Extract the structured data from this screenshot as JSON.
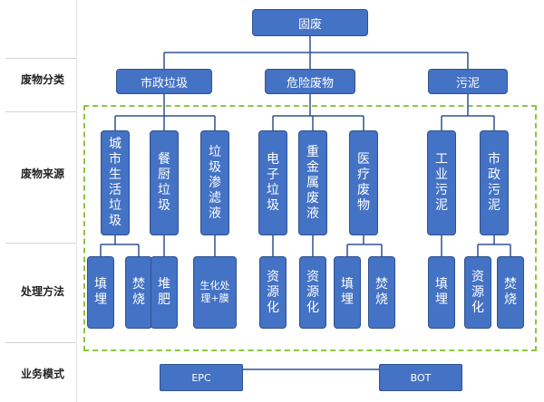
{
  "root": {
    "label": "固废"
  },
  "row_labels": {
    "category": "废物分类",
    "source": "废物来源",
    "method": "处理方法",
    "mode": "业务模式"
  },
  "categories": [
    {
      "label": "市政垃圾"
    },
    {
      "label": "危险废物"
    },
    {
      "label": "污泥"
    }
  ],
  "sources": [
    {
      "label": "城市生活垃圾"
    },
    {
      "label": "餐厨垃圾"
    },
    {
      "label": "垃圾渗滤液"
    },
    {
      "label": "电子垃圾"
    },
    {
      "label": "重金属废液"
    },
    {
      "label": "医疗废物"
    },
    {
      "label": "工业污泥"
    },
    {
      "label": "市政污泥"
    }
  ],
  "methods": [
    {
      "label": "填埋"
    },
    {
      "label": "焚烧"
    },
    {
      "label": "堆肥"
    },
    {
      "label": "生化处理+膜"
    },
    {
      "label": "资源化"
    },
    {
      "label": "资源化"
    },
    {
      "label": "填埋"
    },
    {
      "label": "焚烧"
    },
    {
      "label": "填埋"
    },
    {
      "label": "资源化"
    },
    {
      "label": "焚烧"
    }
  ],
  "modes": [
    {
      "label": "EPC"
    },
    {
      "label": "BOT"
    }
  ],
  "colors": {
    "node_fill": "#4472c4",
    "node_border": "#2f528f",
    "connector": "#2f528f",
    "group_border": "#8cc63f",
    "label_text": "#222222"
  }
}
